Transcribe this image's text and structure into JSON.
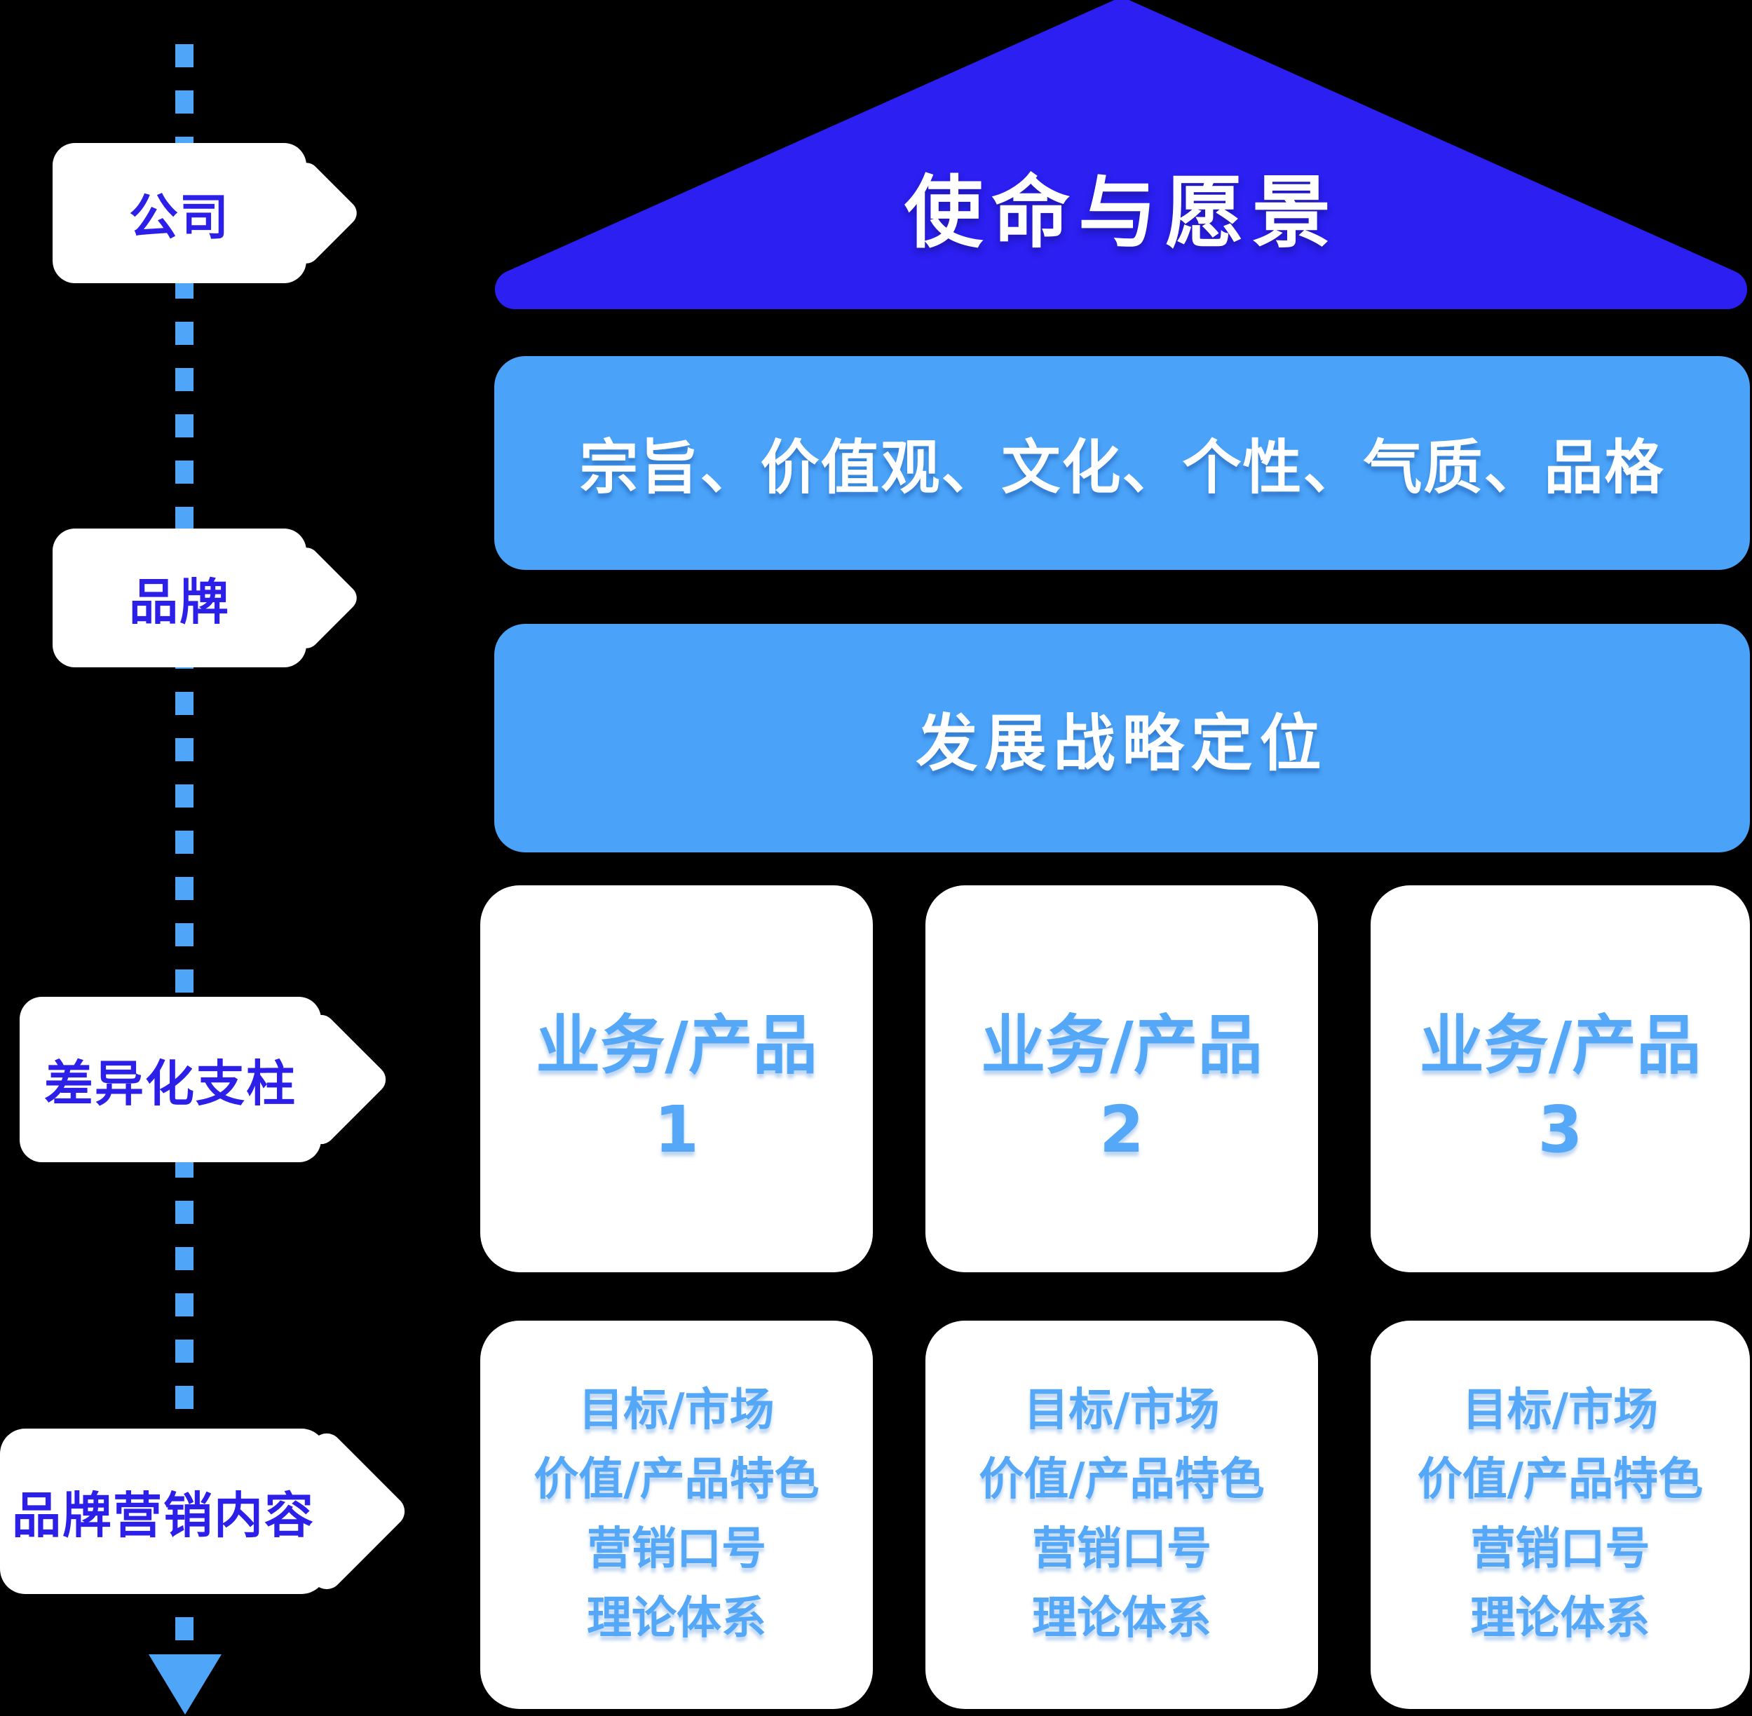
{
  "diagram": {
    "timeline": {
      "labels": [
        {
          "text": "公司"
        },
        {
          "text": "品牌"
        },
        {
          "text": "差异化支柱"
        },
        {
          "text": "品牌营销内容"
        }
      ],
      "arrow_icon": "arrow-down"
    },
    "roof": {
      "title": "使命与愿景"
    },
    "bars": [
      {
        "text": "宗旨、价值观、文化、个性、气质、品格"
      },
      {
        "text": "发展战略定位"
      }
    ],
    "pillars": [
      {
        "title": "业务/产品",
        "number": "1"
      },
      {
        "title": "业务/产品",
        "number": "2"
      },
      {
        "title": "业务/产品",
        "number": "3"
      }
    ],
    "content_boxes": [
      {
        "lines": [
          "目标/市场",
          "价值/产品特色",
          "营销口号",
          "理论体系"
        ]
      },
      {
        "lines": [
          "目标/市场",
          "价值/产品特色",
          "营销口号",
          "理论体系"
        ]
      },
      {
        "lines": [
          "目标/市场",
          "价值/产品特色",
          "营销口号",
          "理论体系"
        ]
      }
    ],
    "colors": {
      "background": "#000000",
      "roof_blue": "#2B1FF2",
      "bar_blue": "#4AA3F8",
      "dash_blue": "#4FA5F7",
      "label_text_blue": "#2B1FE8",
      "box_text_blue": "#55A8F8",
      "white": "#FFFFFF"
    }
  }
}
